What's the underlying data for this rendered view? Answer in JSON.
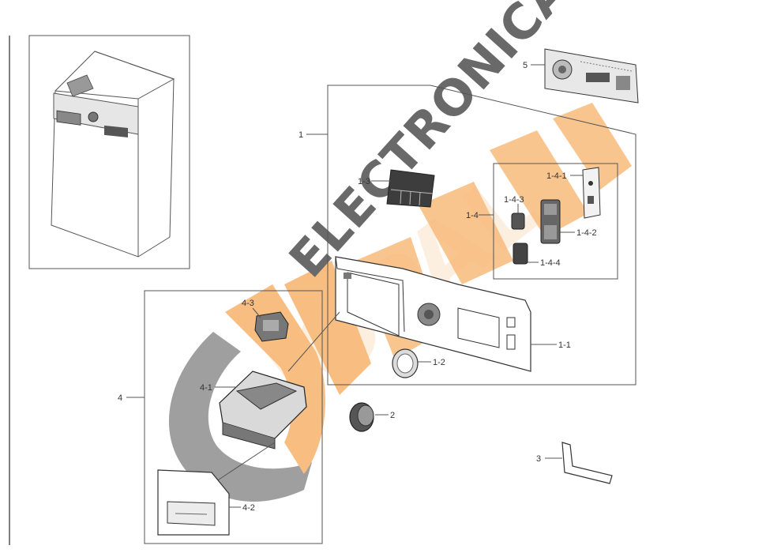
{
  "diagram": {
    "labels": {
      "p1": "1",
      "p1_1": "1-1",
      "p1_2": "1-2",
      "p1_3": "1-3",
      "p1_4": "1-4",
      "p1_4_1": "1-4-1",
      "p1_4_2": "1-4-2",
      "p1_4_3": "1-4-3",
      "p1_4_4": "1-4-4",
      "p2": "2",
      "p3": "3",
      "p4": "4",
      "p4_1": "4-1",
      "p4_2": "4-2",
      "p4_3": "4-3",
      "p5": "5"
    }
  },
  "watermark": {
    "line1": "ELECTRONICA",
    "line2": "JOPAL",
    "colors": {
      "orange": "#f6b26b",
      "gray": "#9a9a9a",
      "dark": "#4a4a4a"
    }
  }
}
